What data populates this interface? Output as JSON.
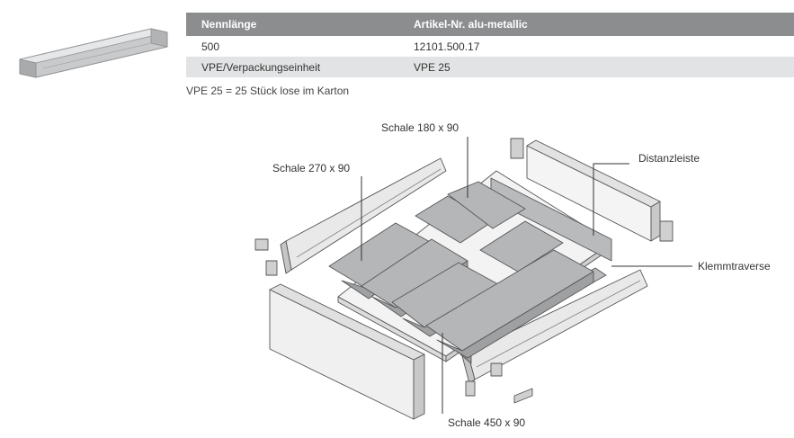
{
  "table": {
    "headers": [
      "Nennlänge",
      "Artikel-Nr. alu-metallic"
    ],
    "rows": [
      [
        "500",
        "12101.500.17"
      ],
      [
        "VPE/Verpackungseinheit",
        "VPE 25"
      ]
    ]
  },
  "note": "VPE 25 = 25 Stück lose im Karton",
  "labels": {
    "schale_180": "Schale 180 x 90",
    "schale_270": "Schale 270 x 90",
    "schale_450": "Schale 450 x 90",
    "distanzleiste": "Distanzleiste",
    "klemmtraverse": "Klemmtraverse"
  },
  "colors": {
    "header_bg": "#8c8d8f",
    "row_shaded": "#e2e3e4",
    "tray": "#b5b6b8"
  }
}
